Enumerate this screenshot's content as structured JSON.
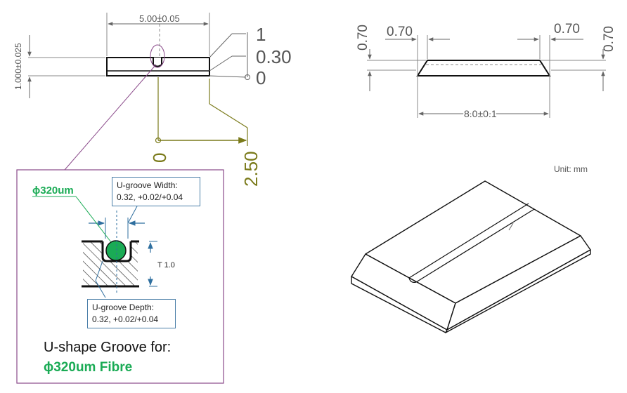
{
  "colors": {
    "line": "#222222",
    "dim": "#666666",
    "accent_green": "#1aab55",
    "accent_olive": "#7a7a1a",
    "callout_border": "#4a7ea8",
    "detail_frame": "#8a4a8a"
  },
  "front_view": {
    "width_dim": "5.00±0.05",
    "height_dim": "1.000±0.025",
    "ordinate_top": "1",
    "ordinate_mid": "0.30",
    "ordinate_zero": "0",
    "groove_offset_zero": "0",
    "groove_offset": "2.50"
  },
  "side_view": {
    "left_height": "0.70",
    "left_width": "0.70",
    "right_width": "0.70",
    "right_height": "0.70",
    "length_dim": "8.0±0.1"
  },
  "unit_note": "Unit: mm",
  "detail": {
    "fibre_label": "ϕ320um",
    "width_callout": {
      "title": "U-groove Width:",
      "value": "0.32, +0.02/+0.04"
    },
    "depth_callout": {
      "title": "U-groove Depth:",
      "value": "0.32, +0.02/+0.04"
    },
    "thickness_label": "T 1.0",
    "caption_line1": "U-shape Groove for:",
    "caption_line2": "ϕ320um Fibre"
  }
}
